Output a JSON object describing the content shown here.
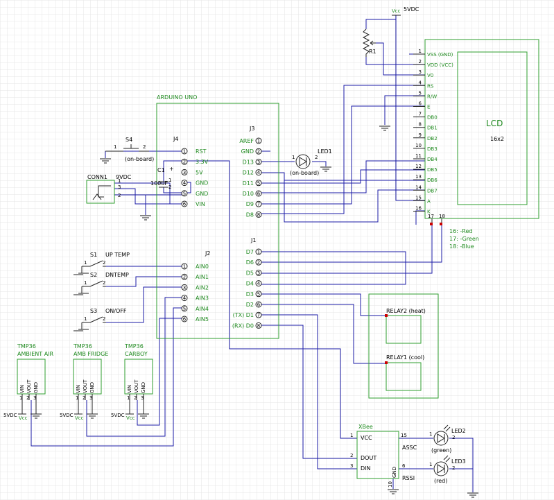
{
  "power": {
    "vcc_top": "Vcc",
    "v5_top": "5VDC",
    "v5": "5VDC",
    "vcc": "Vcc"
  },
  "pot": {
    "name": "R1"
  },
  "lcd": {
    "name": "LCD",
    "size": "16x2",
    "pins": [
      {
        "num": "1",
        "label": "VSS (GND)"
      },
      {
        "num": "2",
        "label": "VDD (VCC)"
      },
      {
        "num": "3",
        "label": "V0"
      },
      {
        "num": "4",
        "label": "RS"
      },
      {
        "num": "5",
        "label": "R/W"
      },
      {
        "num": "6",
        "label": "E"
      },
      {
        "num": "7",
        "label": "DB0"
      },
      {
        "num": "8",
        "label": "DB1"
      },
      {
        "num": "9",
        "label": "DB2"
      },
      {
        "num": "10",
        "label": "DB3"
      },
      {
        "num": "11",
        "label": "DB4"
      },
      {
        "num": "12",
        "label": "DB5"
      },
      {
        "num": "13",
        "label": "DB6"
      },
      {
        "num": "14",
        "label": "DB7"
      },
      {
        "num": "15",
        "label": "A"
      },
      {
        "num": "16",
        "label": "K"
      }
    ],
    "rgb_pins": [
      "17",
      "18"
    ],
    "rgb_notes": [
      "16: -Red",
      "17: -Green",
      "18: -Blue"
    ]
  },
  "arduino": {
    "title": "ARDUINO UNO",
    "j4": {
      "name": "J4",
      "pins": [
        {
          "num": "1",
          "label": "RST"
        },
        {
          "num": "2",
          "label": "3.3V"
        },
        {
          "num": "3",
          "label": "5V"
        },
        {
          "num": "4",
          "label": "GND"
        },
        {
          "num": "5",
          "label": "GND"
        },
        {
          "num": "6",
          "label": "VIN"
        }
      ]
    },
    "j3": {
      "name": "J3",
      "pins": [
        {
          "num": "1",
          "label": "AREF"
        },
        {
          "num": "2",
          "label": "GND"
        },
        {
          "num": "3",
          "label": "D13"
        },
        {
          "num": "4",
          "label": "D12"
        },
        {
          "num": "5",
          "label": "D11"
        },
        {
          "num": "6",
          "label": "D10"
        },
        {
          "num": "7",
          "label": "D9"
        },
        {
          "num": "8",
          "label": "D8"
        }
      ]
    },
    "j1": {
      "name": "J1",
      "pins": [
        {
          "num": "1",
          "label": "D7"
        },
        {
          "num": "2",
          "label": "D6"
        },
        {
          "num": "3",
          "label": "D5"
        },
        {
          "num": "4",
          "label": "D4"
        },
        {
          "num": "5",
          "label": "D3"
        },
        {
          "num": "6",
          "label": "D2"
        },
        {
          "num": "7",
          "label": "(TX) D1"
        },
        {
          "num": "8",
          "label": "(RX) D0"
        }
      ]
    },
    "j2": {
      "name": "J2",
      "pins": [
        {
          "num": "1",
          "label": "AIN0"
        },
        {
          "num": "2",
          "label": "AIN1"
        },
        {
          "num": "3",
          "label": "AIN2"
        },
        {
          "num": "4",
          "label": "AIN3"
        },
        {
          "num": "5",
          "label": "AIN4"
        },
        {
          "num": "6",
          "label": "AIN5"
        }
      ]
    }
  },
  "s4": {
    "name": "S4",
    "note": "(on-board)",
    "p1": "1",
    "p2": "2"
  },
  "capacitor": {
    "name": "C1",
    "value": "100uF",
    "plus": "+",
    "p1": "1",
    "p2": "2"
  },
  "conn1": {
    "name": "CONN1",
    "value": "9VDC",
    "pins": [
      "1",
      "3",
      "2"
    ]
  },
  "led1": {
    "name": "LED1",
    "note": "(on-board)",
    "p1": "1",
    "p2": "2"
  },
  "switches": [
    {
      "name": "S1",
      "label": "UP TEMP",
      "p1": "1",
      "p2": "2"
    },
    {
      "name": "S2",
      "label": "DNTEMP",
      "p1": "1",
      "p2": "2"
    },
    {
      "name": "S3",
      "label": "ON/OFF",
      "p1": "1",
      "p2": "2"
    }
  ],
  "sensors": [
    {
      "model": "TMP36",
      "name": "AMBIENT AIR",
      "pins": [
        "VIN",
        "VOUT",
        "GND"
      ],
      "nums": [
        "1",
        "2",
        "3"
      ]
    },
    {
      "model": "TMP36",
      "name": "AMB FRIDGE",
      "pins": [
        "VIN",
        "VOUT",
        "GND"
      ],
      "nums": [
        "1",
        "2",
        "3"
      ]
    },
    {
      "model": "TMP36",
      "name": "CARBOY",
      "pins": [
        "VIN",
        "VOUT",
        "GND"
      ],
      "nums": [
        "1",
        "2",
        "3"
      ]
    }
  ],
  "relays": [
    {
      "name": "RELAY2 (heat)"
    },
    {
      "name": "RELAY1 (cool)"
    }
  ],
  "xbee": {
    "name": "XBee",
    "pins": [
      {
        "num": "1",
        "label": "VCC"
      },
      {
        "num": "2",
        "label": "DOUT"
      },
      {
        "num": "3",
        "label": "DIN"
      },
      {
        "num": "15",
        "label": "ASSC"
      },
      {
        "num": "6",
        "label": "RSSI"
      },
      {
        "num": "10",
        "label": "GND"
      }
    ]
  },
  "led2": {
    "name": "LED2",
    "note": "(green)",
    "p1": "1",
    "p2": "2"
  },
  "led3": {
    "name": "LED3",
    "note": "(red)",
    "p1": "1",
    "p2": "2"
  }
}
